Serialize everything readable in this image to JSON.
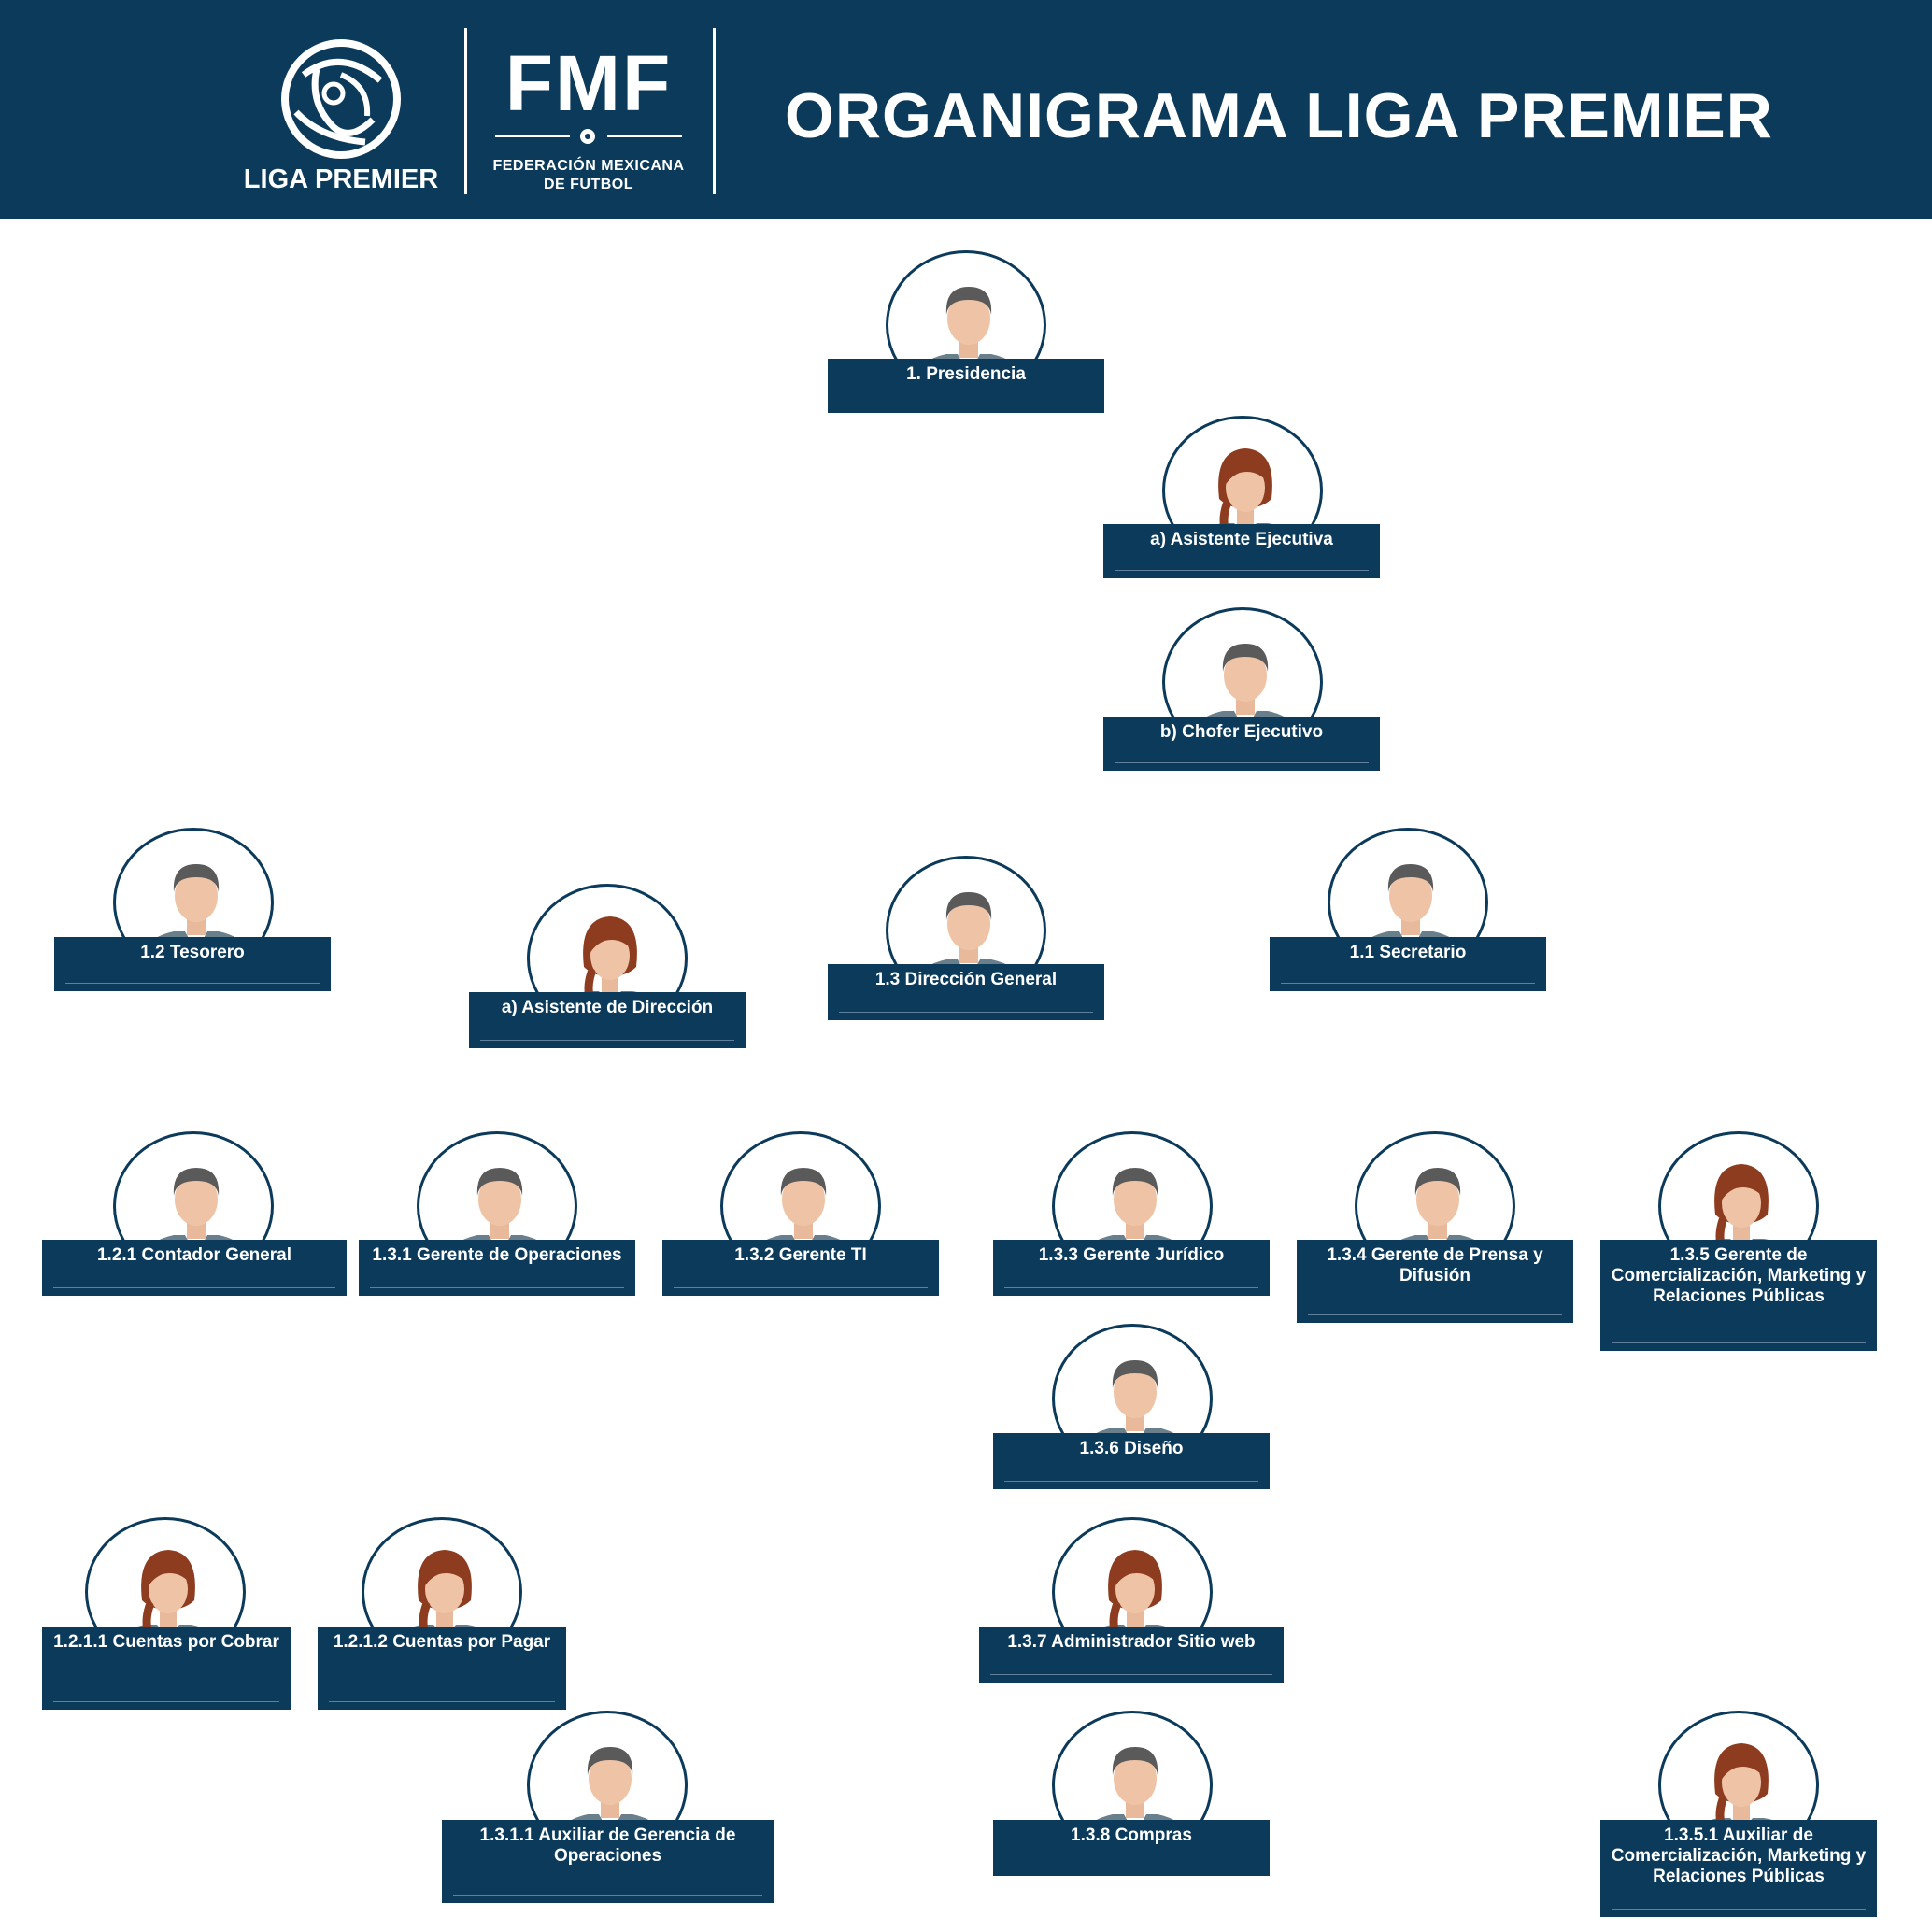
{
  "header": {
    "title": "ORGANIGRAMA LIGA PREMIER",
    "liga_logo_text": "LIGA PREMIER",
    "fmf_logo_text": "FMF",
    "fmf_subtitle_line1": "FEDERACIÓN MEXICANA",
    "fmf_subtitle_line2": "DE FUTBOL",
    "background_color": "#0b3a5b"
  },
  "nodes": [
    {
      "id": "presidencia",
      "label": "1. Presidencia",
      "gender": "male"
    },
    {
      "id": "asistente-ejecutiva",
      "label": "a) Asistente Ejecutiva",
      "gender": "female"
    },
    {
      "id": "chofer-ejecutivo",
      "label": "b) Chofer Ejecutivo",
      "gender": "male"
    },
    {
      "id": "tesorero",
      "label": "1.2 Tesorero",
      "gender": "male"
    },
    {
      "id": "asistente-direccion",
      "label": "a) Asistente de Dirección",
      "gender": "female"
    },
    {
      "id": "direccion-general",
      "label": "1.3 Dirección General",
      "gender": "male"
    },
    {
      "id": "secretario",
      "label": "1.1 Secretario",
      "gender": "male"
    },
    {
      "id": "contador-general",
      "label": "1.2.1 Contador General",
      "gender": "male"
    },
    {
      "id": "gerente-operaciones",
      "label": "1.3.1 Gerente de Operaciones",
      "gender": "male"
    },
    {
      "id": "gerente-ti",
      "label": "1.3.2 Gerente TI",
      "gender": "male"
    },
    {
      "id": "gerente-juridico",
      "label": "1.3.3  Gerente Jurídico",
      "gender": "male"
    },
    {
      "id": "gerente-prensa",
      "label": "1.3.4 Gerente de Prensa y Difusión",
      "gender": "male"
    },
    {
      "id": "gerente-comercializacion",
      "label": "1.3.5 Gerente de Comercialización, Marketing y Relaciones Públicas",
      "gender": "female"
    },
    {
      "id": "diseno",
      "label": "1.3.6 Diseño",
      "gender": "male"
    },
    {
      "id": "cuentas-cobrar",
      "label": "1.2.1.1 Cuentas por Cobrar",
      "gender": "female"
    },
    {
      "id": "cuentas-pagar",
      "label": "1.2.1.2 Cuentas por Pagar",
      "gender": "female"
    },
    {
      "id": "administrador-web",
      "label": "1.3.7 Administrador Sitio web",
      "gender": "female"
    },
    {
      "id": "auxiliar-operaciones",
      "label": "1.3.1.1 Auxiliar de Gerencia de Operaciones",
      "gender": "male"
    },
    {
      "id": "compras",
      "label": "1.3.8 Compras",
      "gender": "male"
    },
    {
      "id": "auxiliar-comercializacion",
      "label": "1.3.5.1 Auxiliar de Comercialización, Marketing y Relaciones Públicas",
      "gender": "female"
    }
  ]
}
